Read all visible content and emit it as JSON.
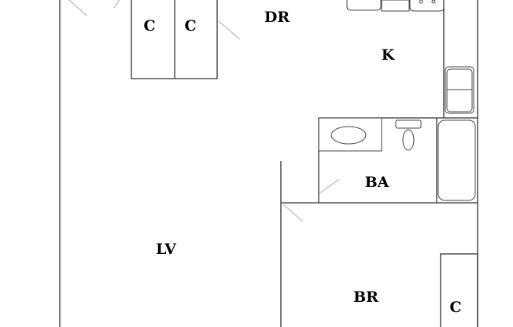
{
  "rooms": {
    "dining": "DR",
    "kitchen": "K",
    "bath": "BA",
    "living": "LV",
    "bedroom": "BR",
    "closet_1": "C",
    "closet_2": "C",
    "closet_3": "C"
  }
}
